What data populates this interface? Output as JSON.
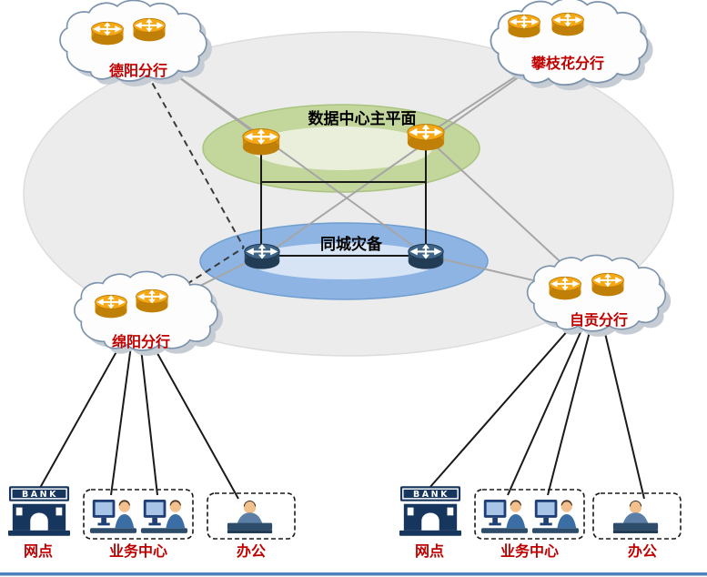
{
  "colors": {
    "red_label": "#c00000",
    "green_ring": "#c3d69b",
    "green_ring_inner": "#e9efdb",
    "blue_ring": "#8eb4e3",
    "blue_ring_inner": "#d6e4f5",
    "backbone_gray": "#ececec",
    "router_orange": "#f6a915",
    "router_navy": "#3e6487",
    "bank_navy": "#17365d",
    "cloud_stroke": "#7c93ad",
    "bottom_border_blue": "#4f81bd",
    "link_gray": "#a6a6a6",
    "link_black": "#1a1a1a"
  },
  "core": {
    "main_plane_label": "数据中心主平面",
    "dr_label": "同城灾备"
  },
  "branches": {
    "deyang": {
      "label": "德阳分行"
    },
    "panzhihua": {
      "label": "攀枝花分行"
    },
    "mianyang": {
      "label": "绵阳分行"
    },
    "zigong": {
      "label": "自贡分行"
    }
  },
  "sites": {
    "bank_sign": "BANK",
    "left": {
      "bank": "网点",
      "business_center": "业务中心",
      "office": "办公"
    },
    "right": {
      "bank": "网点",
      "business_center": "业务中心",
      "office": "办公"
    }
  }
}
